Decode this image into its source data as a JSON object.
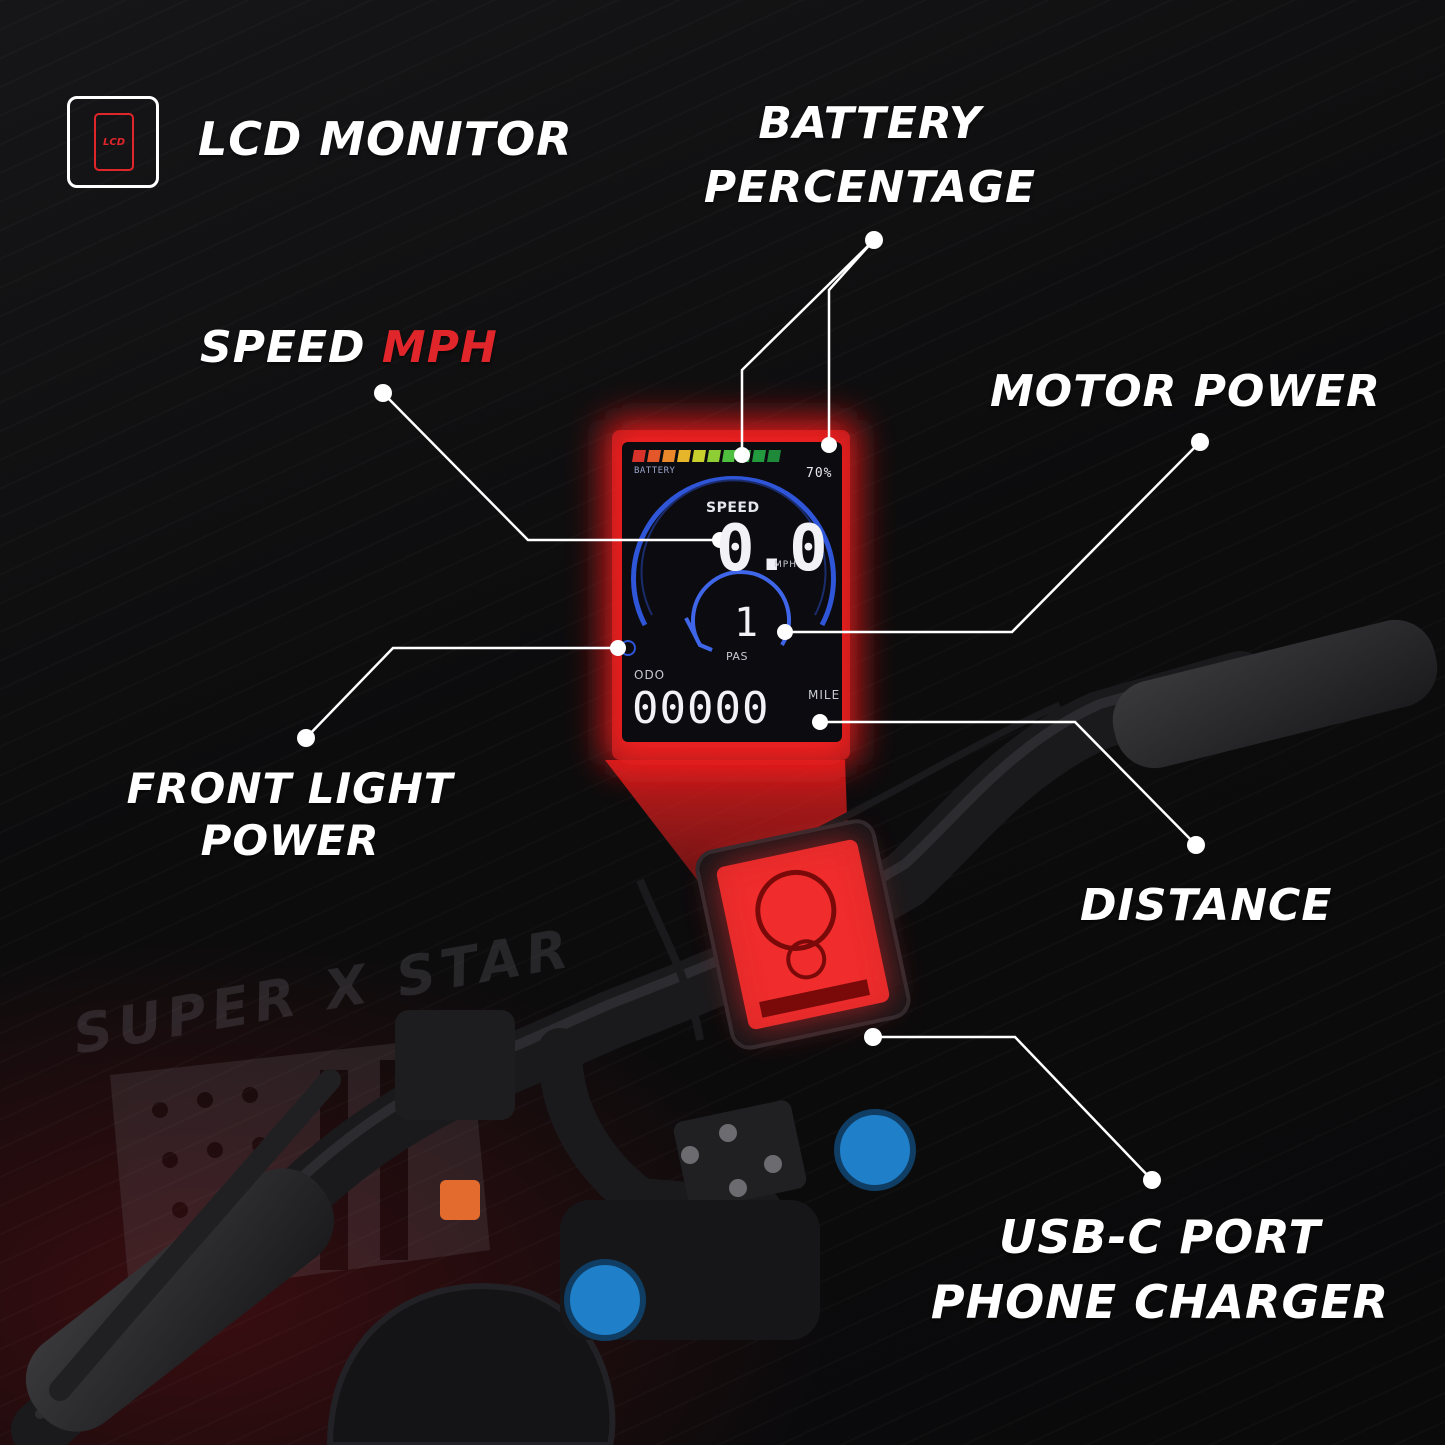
{
  "header": {
    "badge_text": "LCD",
    "title": "LCD MONITOR"
  },
  "callouts": {
    "battery_line1": "BATTERY",
    "battery_line2": "PERCENTAGE",
    "speed": "SPEED",
    "speed_unit": "MPH",
    "motor_power": "MOTOR POWER",
    "front_light_line1": "FRONT LIGHT",
    "front_light_line2": "POWER",
    "distance": "DISTANCE",
    "usb_line1": "USB-C PORT",
    "usb_line2": "PHONE CHARGER"
  },
  "display": {
    "battery_label": "BATTERY",
    "battery_percent": "70%",
    "speed_label": "SPEED",
    "speed_value": "0.0",
    "speed_unit": "MPH",
    "pas_value": "1",
    "pas_label": "PAS",
    "odo_label": "ODO",
    "odo_value": "00000",
    "odo_unit": "Mile",
    "battery_segments": 10,
    "battery_colors": [
      "#d8322b",
      "#e3572b",
      "#e9872a",
      "#e6b52a",
      "#c9cf2d",
      "#8fcd35",
      "#4fbf3f",
      "#2fae45",
      "#249a3f",
      "#1e8a39"
    ]
  },
  "brand": {
    "watermark": "SUPER X STAR"
  },
  "colors": {
    "accent": "#e0252b",
    "glow": "#ff2a2a",
    "ring": "#2f55d8",
    "knob": "#1f7fc9"
  }
}
